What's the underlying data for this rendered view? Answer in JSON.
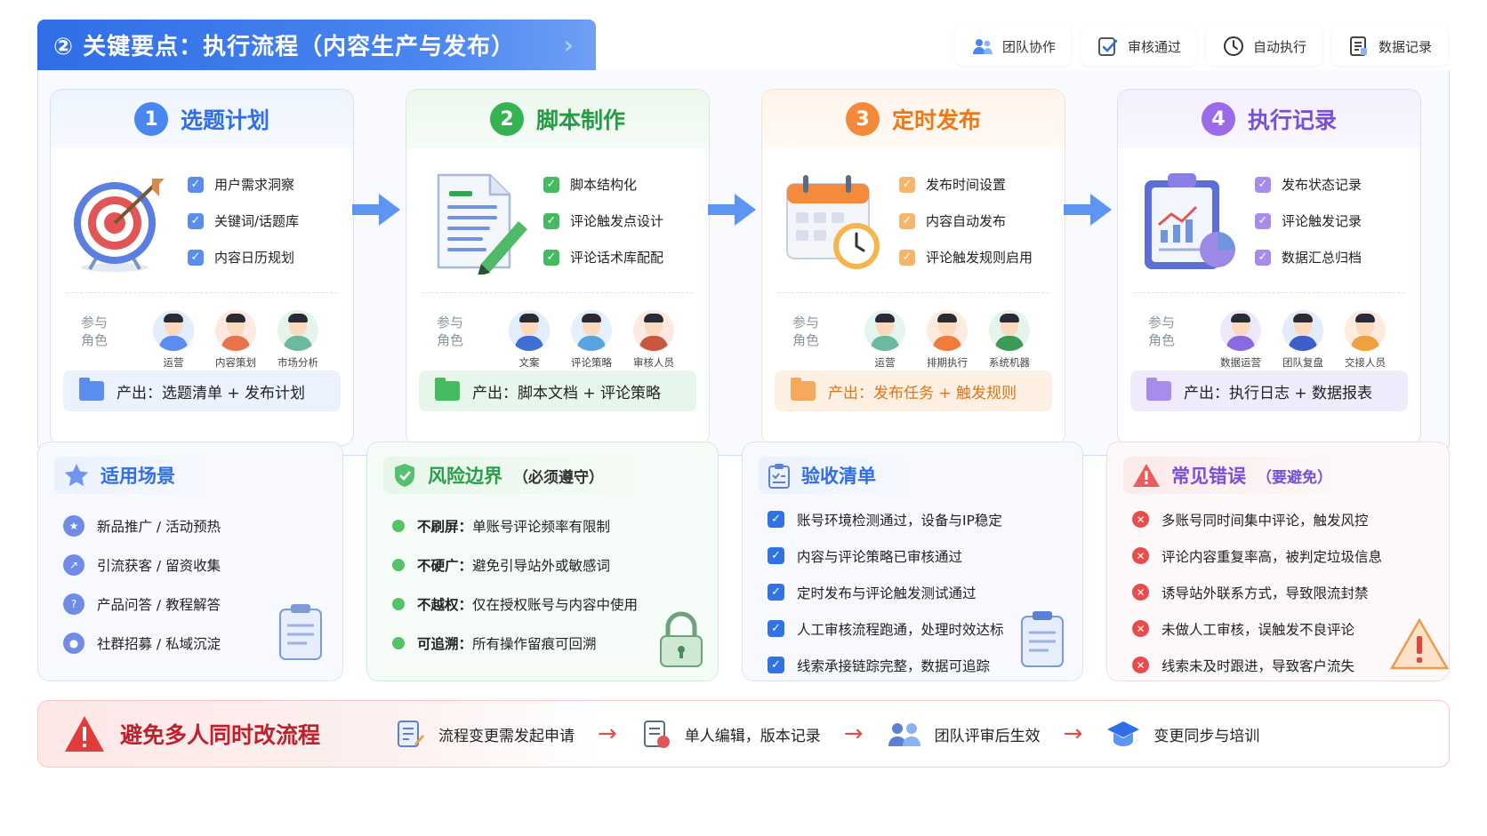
{
  "header": {
    "title": "② 关键要点：执行流程（内容生产与发布）",
    "chevron": "›"
  },
  "toolbar": [
    {
      "icon": "team-icon",
      "label": "团队协作"
    },
    {
      "icon": "approved-icon",
      "label": "审核通过"
    },
    {
      "icon": "clock-icon",
      "label": "自动执行"
    },
    {
      "icon": "data-record-icon",
      "label": "数据记录"
    }
  ],
  "colors": {
    "blue": "#2f6ee6",
    "green": "#2fb04f",
    "orange": "#f08a24",
    "purple": "#8a5ce6",
    "red": "#e23b3b"
  },
  "steps": [
    {
      "num": "1",
      "title": "选题计划",
      "illustration": "target-icon",
      "items": [
        "用户需求洞察",
        "关键词/话题库",
        "内容日历规划"
      ],
      "role_label": "参与角色",
      "roles": [
        "运营",
        "内容策划",
        "市场分析"
      ],
      "output": "产出：选题清单 + 发布计划"
    },
    {
      "num": "2",
      "title": "脚本制作",
      "illustration": "document-pen-icon",
      "items": [
        "脚本结构化",
        "评论触发点设计",
        "评论话术库配配"
      ],
      "role_label": "参与角色",
      "roles": [
        "文案",
        "评论策略",
        "审核人员"
      ],
      "output": "产出：脚本文档 + 评论策略"
    },
    {
      "num": "3",
      "title": "定时发布",
      "illustration": "calendar-clock-icon",
      "items": [
        "发布时间设置",
        "内容自动发布",
        "评论触发规则启用"
      ],
      "role_label": "参与角色",
      "roles": [
        "运营",
        "排期执行",
        "系统机器人"
      ],
      "output": "产出：发布任务 + 触发规则"
    },
    {
      "num": "4",
      "title": "执行记录",
      "illustration": "clipboard-chart-icon",
      "items": [
        "发布状态记录",
        "评论触发记录",
        "数据汇总归档"
      ],
      "role_label": "参与角色",
      "roles": [
        "数据运营",
        "团队复盘",
        "交接人员"
      ],
      "output": "产出：执行日志 + 数据报表"
    }
  ],
  "scenes": {
    "title": "适用场景",
    "items": [
      "新品推广 / 活动预热",
      "引流获客 / 留资收集",
      "产品问答 / 教程解答",
      "社群招募 / 私域沉淀"
    ]
  },
  "risk": {
    "title": "风险边界",
    "note": "（必须遵守）",
    "items": [
      {
        "k": "不刷屏：",
        "v": "单账号评论频率有限制"
      },
      {
        "k": "不硬广：",
        "v": "避免引导站外或敏感词"
      },
      {
        "k": "不越权：",
        "v": "仅在授权账号与内容中使用"
      },
      {
        "k": "可追溯：",
        "v": "所有操作留痕可回溯"
      }
    ]
  },
  "acceptance": {
    "title": "验收清单",
    "items": [
      "账号环境检测通过，设备与IP稳定",
      "内容与评论策略已审核通过",
      "定时发布与评论触发测试通过",
      "人工审核流程跑通，处理时效达标",
      "线索承接链踪完整，数据可追踪"
    ]
  },
  "errors": {
    "title": "常见错误",
    "note": "（要避免）",
    "items": [
      "多账号同时间集中评论，触发风控",
      "评论内容重复率高，被判定垃圾信息",
      "诱导站外联系方式，导致限流封禁",
      "未做人工审核，误触发不良评论",
      "线索未及时跟进，导致客户流失"
    ]
  },
  "footer": {
    "title": "避免多人同时改流程",
    "steps": [
      "流程变更需发起申请",
      "单人编辑，版本记录",
      "团队评审后生效",
      "变更同步与培训"
    ],
    "arrow": "→"
  }
}
